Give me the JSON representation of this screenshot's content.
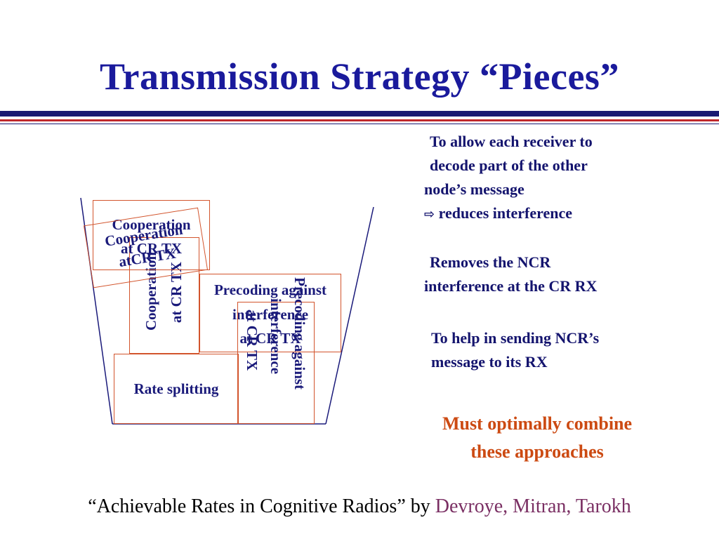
{
  "slide": {
    "title": "Transmission Strategy “Pieces”",
    "notes": [
      "To allow each receiver to",
      "decode part of  the other",
      "node’s message",
      "reduces interference",
      "Removes the NCR",
      "interference at the CR RX",
      "To help in sending NCR’s",
      "message to its RX"
    ],
    "arrow_icon": "⇨",
    "combine_line1": "Must optimally combine",
    "combine_line2": "these approaches",
    "citation_title": "“Achievable Rates in Cognitive Radios” by ",
    "citation_authors": "Devroye, Mitran, Tarokh"
  },
  "diagram": {
    "coop_line1": "Cooperation",
    "coop_line2": "at CR TX",
    "coop_tilt_line1": "Cooperation",
    "coop_tilt_line2": "atCR TX",
    "coop_vert_line1": "Cooperation",
    "coop_vert_line2": "at CR TX",
    "precoding_line1": "Precoding against",
    "precoding_line2": "interference",
    "precoding_line3": "at CR TX",
    "precoding_vert_line1": "Precoding against",
    "precoding_vert_line2": "interference",
    "precoding_vert_line3": "at CR TX",
    "rate_splitting": "Rate splitting"
  },
  "colors": {
    "title": "#1a1a9c",
    "notes": "#14146e",
    "combine": "#cc4a12",
    "box_border": "#d2542c",
    "authors": "#7a2f63"
  }
}
